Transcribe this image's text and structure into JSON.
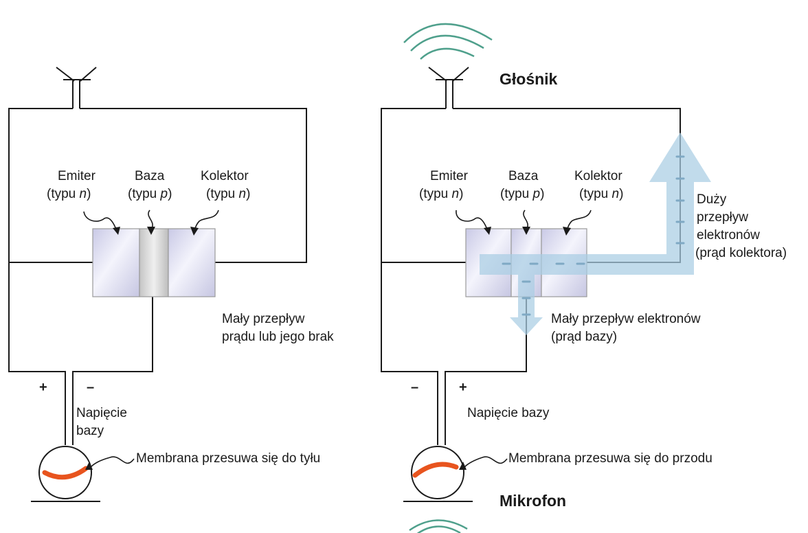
{
  "left": {
    "emitter": {
      "name": "Emiter",
      "type_prefix": "(typu ",
      "type_letter": "n",
      "type_suffix": ")"
    },
    "base": {
      "name": "Baza",
      "type_prefix": "(typu ",
      "type_letter": "p",
      "type_suffix": ")"
    },
    "collector": {
      "name": "Kolektor",
      "type_prefix": "(typu ",
      "type_letter": "n",
      "type_suffix": ")"
    },
    "flow_note": [
      "Mały przepływ",
      "prądu lub jego brak"
    ],
    "plus_sign": "+",
    "minus_sign": "–",
    "base_voltage": [
      "Napięcie",
      "bazy"
    ],
    "membrane": "Membrana przesuwa się do tyłu"
  },
  "right": {
    "emitter": {
      "name": "Emiter",
      "type_prefix": "(typu ",
      "type_letter": "n",
      "type_suffix": ")"
    },
    "base": {
      "name": "Baza",
      "type_prefix": "(typu ",
      "type_letter": "p",
      "type_suffix": ")"
    },
    "collector": {
      "name": "Kolektor",
      "type_prefix": "(typu ",
      "type_letter": "n",
      "type_suffix": ")"
    },
    "speaker_label": "Głośnik",
    "large_flow": [
      "Duży",
      "przepływ",
      "elektronów",
      "(prąd kolektora)"
    ],
    "small_flow": [
      "Mały przepływ elektronów",
      "(prąd bazy)"
    ],
    "minus_sign": "–",
    "plus_sign": "+",
    "base_voltage": "Napięcie bazy",
    "membrane": "Membrana przesuwa się do przodu",
    "microphone_label": "Mikrofon"
  },
  "colors": {
    "wire": "#1a1a1a",
    "membrane": "#e8541e",
    "sound_wave": "#4fa08c",
    "electron_flow": "#a9cde3",
    "electron_marker": "#7fa9c4",
    "transistor_n": "#dcdcf0",
    "transistor_p": "#d4d4d4"
  }
}
